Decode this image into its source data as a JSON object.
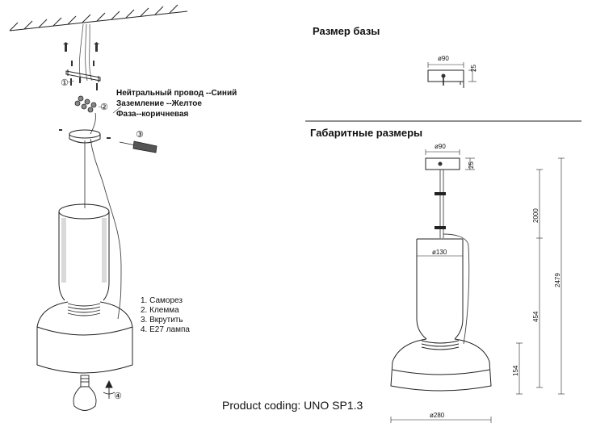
{
  "headings": {
    "base_size": "Размер базы",
    "overall_size": "Габаритные размеры"
  },
  "wires": {
    "neutral": "Нейтральный провод --Синий",
    "ground": "Заземление --Желтое",
    "phase": "Фаза--коричневая"
  },
  "legend": {
    "items": [
      "1. Саморез",
      "2. Клемма",
      "3. Вкрутить",
      "4. E27 лампа"
    ]
  },
  "callouts": [
    "①",
    "②",
    "③",
    "④"
  ],
  "product_code": "Product coding: UNO SP1.3",
  "dimensions": {
    "base_diameter": "ø90",
    "base_height": "25",
    "overall_base_diameter": "ø90",
    "overall_base_height": "25",
    "cord_length": "2000",
    "total_height": "2479",
    "tube_diameter": "ø130",
    "body_height": "454",
    "shade_height": "154",
    "shade_diameter": "ø280"
  }
}
